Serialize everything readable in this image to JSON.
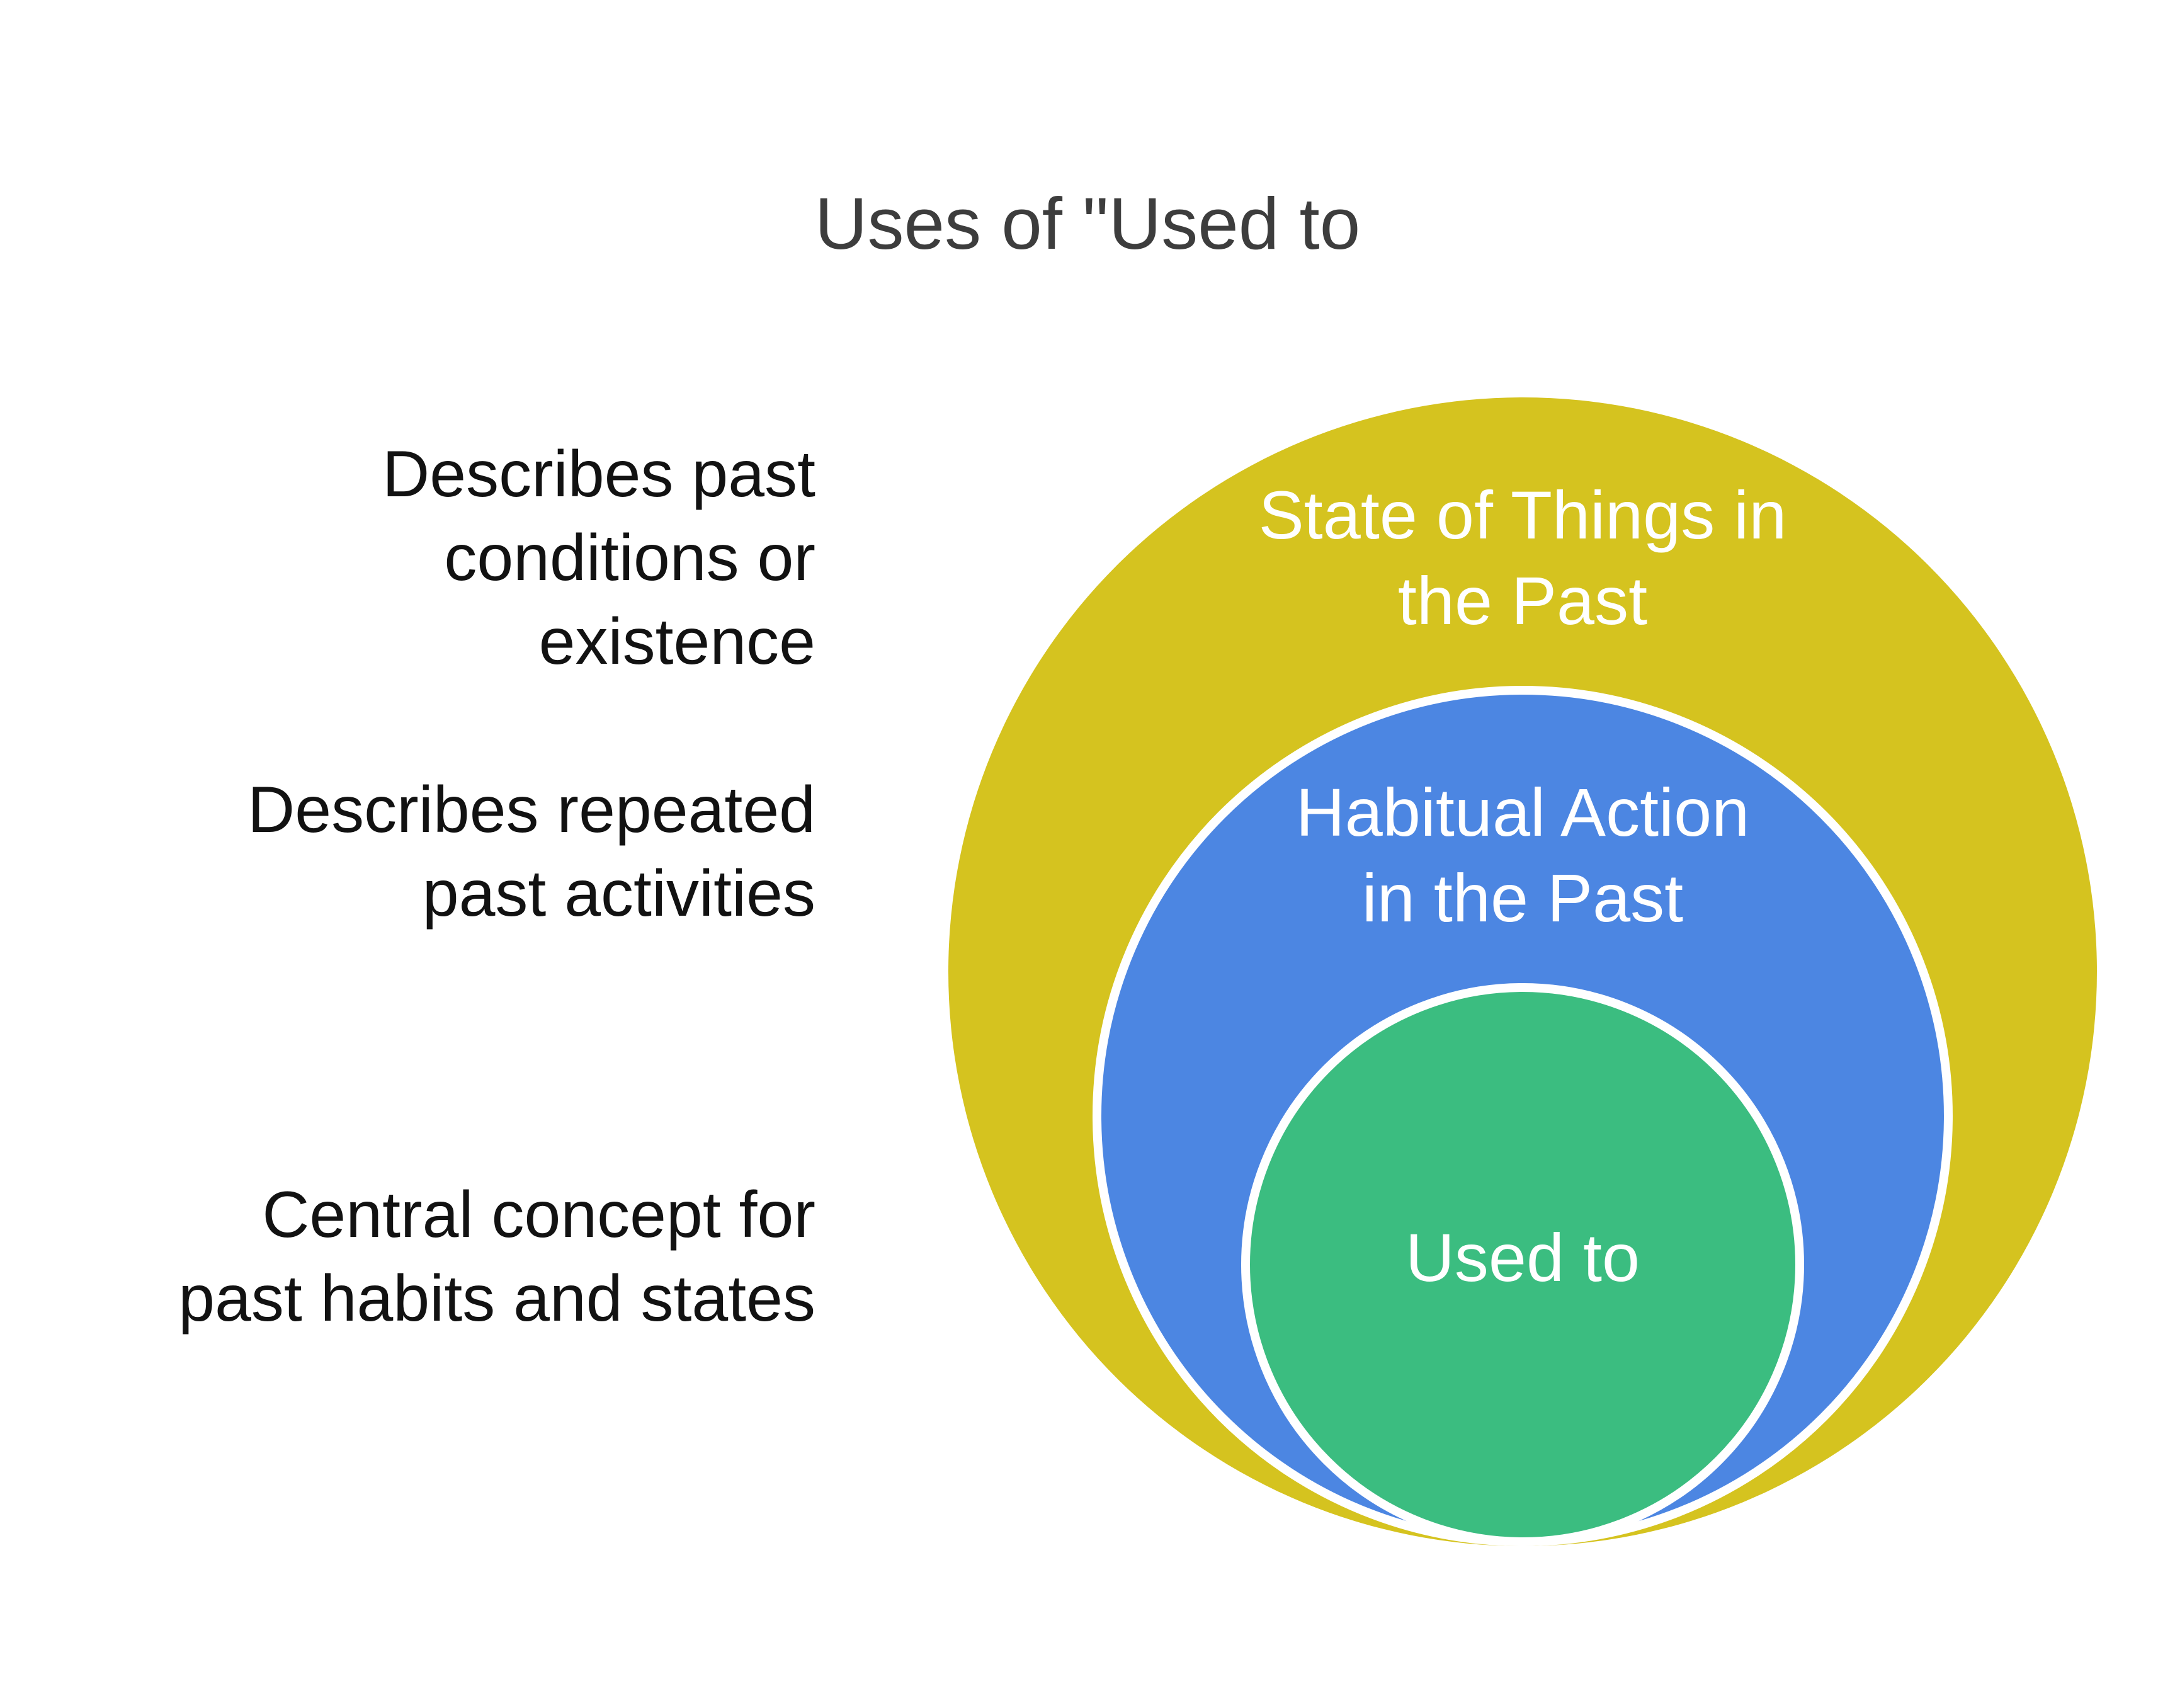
{
  "title": "Uses of \"Used to",
  "left_annotations": [
    {
      "target": "State of Things in the Past",
      "lines": [
        "Describes past",
        "conditions or",
        "existence"
      ]
    },
    {
      "target": "Habitual Action in the Past",
      "lines": [
        "Describes repeated",
        "past activities"
      ]
    },
    {
      "target": "Used to",
      "lines": [
        "Central concept for",
        "past habits and states"
      ]
    }
  ],
  "rings": [
    {
      "id": "state-of-things",
      "label_lines": [
        "State of Things in",
        "the Past"
      ],
      "color": "#d5c31f"
    },
    {
      "id": "habitual-action",
      "label_lines": [
        "Habitual Action",
        "in the Past"
      ],
      "color": "#4c86e2"
    },
    {
      "id": "used-to",
      "label_lines": [
        "Used to"
      ],
      "color": "#3bbd80"
    }
  ],
  "colors": {
    "background": "#ffffff",
    "title_text": "#3d3d3d",
    "annotation_text": "#121212",
    "ring_label_text": "#ffffff",
    "ring_separator": "#ffffff"
  }
}
